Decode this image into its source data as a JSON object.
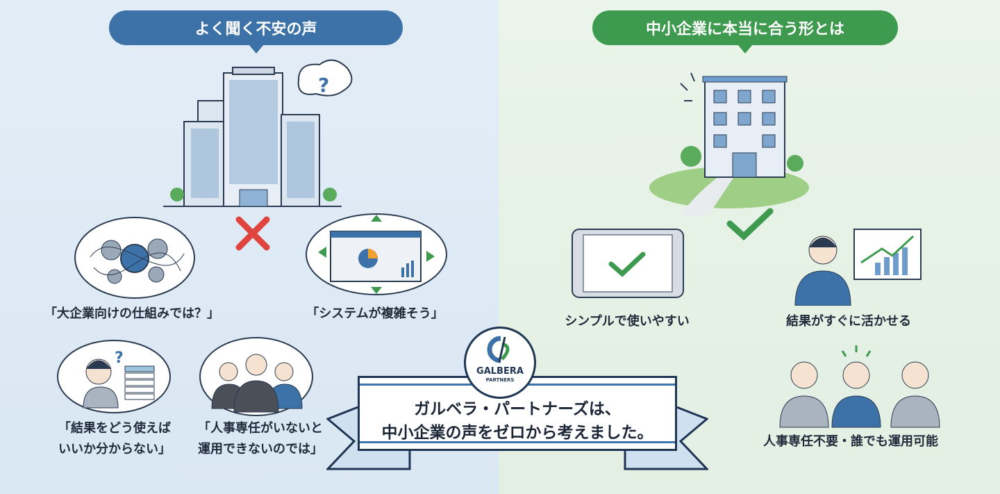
{
  "left": {
    "title": "よく聞く不安の声",
    "concerns": [
      {
        "text": "「大企業向けの仕組みでは？」"
      },
      {
        "text": "「システムが複雑そう」"
      },
      {
        "line1": "「結果をどう使えば",
        "line2": "いいか分からない」"
      },
      {
        "line1": "「人事専任がいないと",
        "line2": "運用できないのでは」"
      }
    ]
  },
  "right": {
    "title": "中小企業に本当に合う形とは",
    "benefits": [
      "シンプルで使いやすい",
      "結果がすぐに活かせる",
      "人事専任不要・誰でも運用可能"
    ]
  },
  "banner": {
    "logo_name": "GALBERA",
    "logo_sub": "PARTNERS",
    "line1": "ガルベラ・パートナーズは、",
    "line2": "中小企業の声をゼロから考えました。"
  },
  "colors": {
    "blue": "#3c72a8",
    "green": "#3d9a4e",
    "red": "#e0443e",
    "navy": "#1e3553"
  }
}
